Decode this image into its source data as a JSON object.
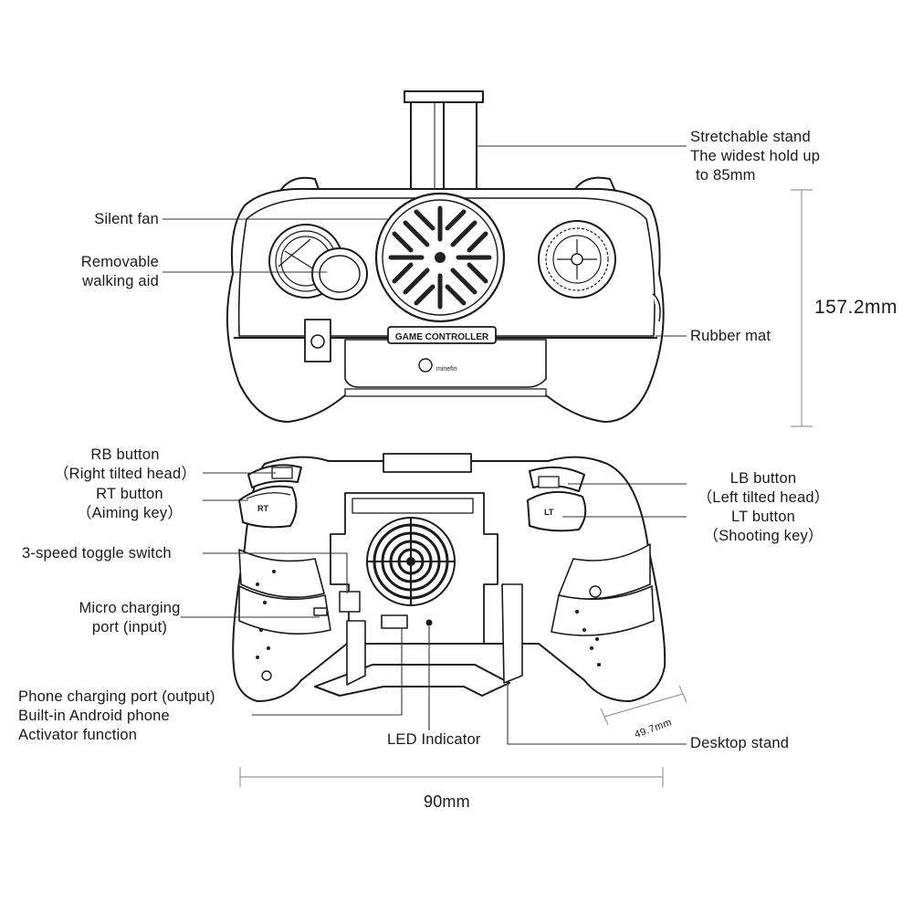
{
  "front_view": {
    "labels": {
      "stretchable_stand": [
        "Stretchable stand",
        "The widest hold up",
        "to 85mm"
      ],
      "silent_fan": [
        "Silent fan"
      ],
      "walking_aid": [
        "Removable",
        "walking aid"
      ],
      "rubber_mat": [
        "Rubber mat"
      ]
    },
    "plate_text": "GAME CONTROLLER",
    "logo_text": "minefin",
    "height_dimension": "157.2mm"
  },
  "back_view": {
    "labels": {
      "rb_button": [
        "RB button",
        "（Right tilted head）"
      ],
      "rt_button": [
        "RT button",
        "（Aiming key）"
      ],
      "toggle_switch": [
        "3-speed toggle switch"
      ],
      "micro_port": [
        "Micro charging",
        "port (input)"
      ],
      "phone_port": [
        "Phone charging port (output)",
        "Built-in Android phone",
        "Activator function"
      ],
      "lb_button": [
        "LB button",
        "（Left tilted head）"
      ],
      "lt_button": [
        "LT button",
        "（Shooting key）"
      ],
      "led_indicator": [
        "LED Indicator"
      ],
      "desktop_stand": [
        "Desktop stand"
      ]
    },
    "rt_key_text": "RT",
    "lt_key_text": "LT",
    "width_dimension": "90mm",
    "depth_dimension": "49.7mm"
  },
  "colors": {
    "ink": "#1a1a1a",
    "dim_line": "#999999",
    "fill": "#ffffff",
    "fan_dark": "#222222"
  }
}
